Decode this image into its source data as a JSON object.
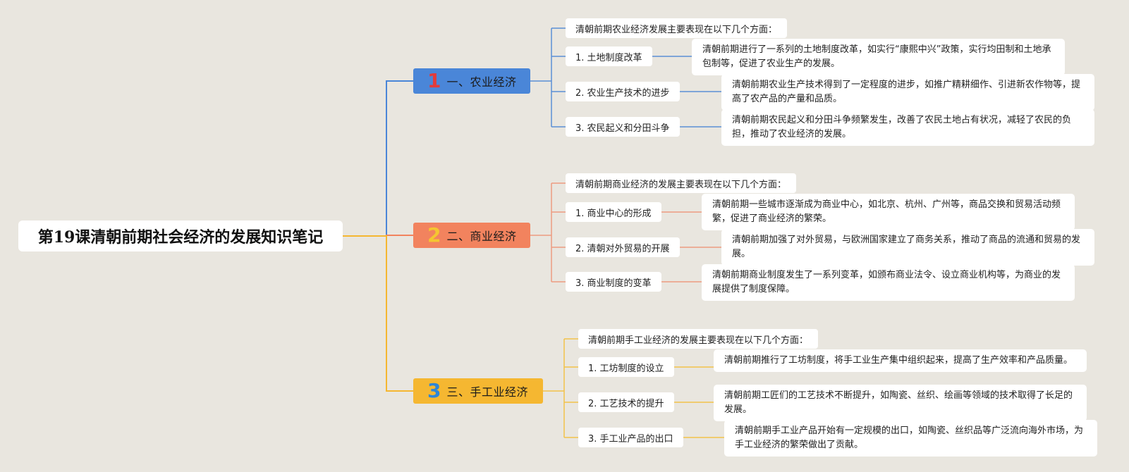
{
  "title": "第19课清朝前期社会经济的发展知识笔记",
  "branches": [
    {
      "num": "1",
      "label": "一、农业经济",
      "color": "#4a86d8",
      "num_color": "#e23b3b",
      "line_color": "#5b8fd6",
      "intro": "清朝前期农业经济发展主要表现在以下几个方面：",
      "items": [
        {
          "label": "1. 土地制度改革",
          "desc": "清朝前期进行了一系列的土地制度改革，如实行“康熙中兴”政策，实行均田制和土地承包制等，促进了农业生产的发展。"
        },
        {
          "label": "2. 农业生产技术的进步",
          "desc": "清朝前期农业生产技术得到了一定程度的进步，如推广精耕细作、引进新农作物等，提高了农产品的产量和品质。"
        },
        {
          "label": "3. 农民起义和分田斗争",
          "desc": "清朝前期农民起义和分田斗争频繁发生，改善了农民土地占有状况，减轻了农民的负担，推动了农业经济的发展。"
        }
      ]
    },
    {
      "num": "2",
      "label": "二、商业经济",
      "color": "#f2835e",
      "num_color": "#f5c531",
      "line_color": "#ee9b80",
      "intro": "清朝前期商业经济的发展主要表现在以下几个方面：",
      "items": [
        {
          "label": "1. 商业中心的形成",
          "desc": "清朝前期一些城市逐渐成为商业中心，如北京、杭州、广州等，商品交换和贸易活动频繁，促进了商业经济的繁荣。"
        },
        {
          "label": "2. 清朝对外贸易的开展",
          "desc": "清朝前期加强了对外贸易，与欧洲国家建立了商务关系，推动了商品的流通和贸易的发展。"
        },
        {
          "label": "3. 商业制度的变革",
          "desc": "清朝前期商业制度发生了一系列变革，如颁布商业法令、设立商业机构等，为商业的发展提供了制度保障。"
        }
      ]
    },
    {
      "num": "3",
      "label": "三、手工业经济",
      "color": "#f5b731",
      "num_color": "#2f86d6",
      "line_color": "#f2c24a",
      "intro": "清朝前期手工业经济的发展主要表现在以下几个方面：",
      "items": [
        {
          "label": "1. 工坊制度的设立",
          "desc": "清朝前期推行了工坊制度，将手工业生产集中组织起来，提高了生产效率和产品质量。"
        },
        {
          "label": "2. 工艺技术的提升",
          "desc": "清朝前期工匠们的工艺技术不断提升，如陶瓷、丝织、绘画等领域的技术取得了长足的发展。"
        },
        {
          "label": "3. 手工业产品的出口",
          "desc": "清朝前期手工业产品开始有一定规模的出口，如陶瓷、丝织品等广泛流向海外市场，为手工业经济的繁荣做出了贡献。"
        }
      ]
    }
  ]
}
